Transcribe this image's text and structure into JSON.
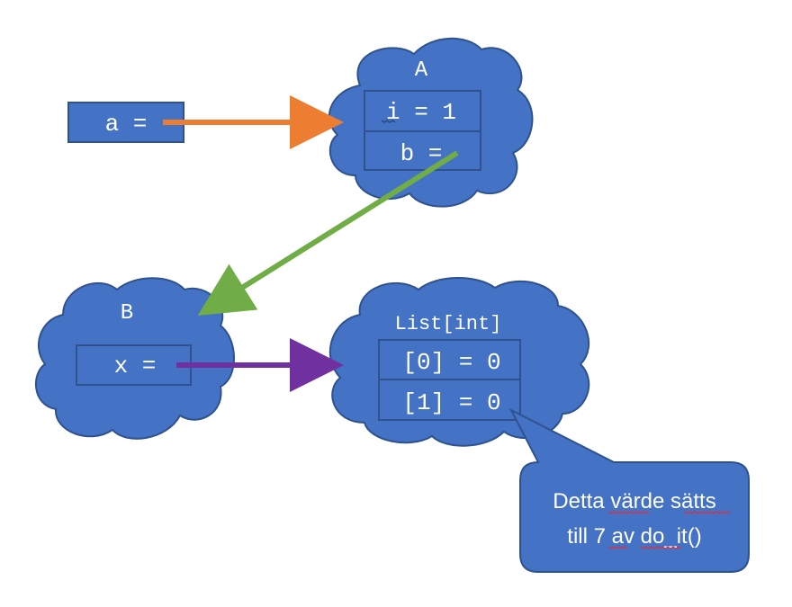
{
  "colors": {
    "shape_fill": "#4472C4",
    "shape_stroke": "#2F528F",
    "arrow_a": "#ED7D31",
    "arrow_b": "#70AD47",
    "arrow_x": "#7030A0",
    "text": "#FFFFFF",
    "background": "#FFFFFF"
  },
  "variable_box": {
    "label": "a ="
  },
  "cloud_A": {
    "title": "A",
    "fields": [
      "i = 1",
      "b ="
    ]
  },
  "cloud_B": {
    "title": "B",
    "fields": [
      "x ="
    ]
  },
  "cloud_list": {
    "title": "List[int]",
    "fields": [
      "[0] = 0",
      "[1] = 0"
    ]
  },
  "callout": {
    "line1": "Detta värde sätts",
    "line2": "till 7 av do_it()"
  }
}
